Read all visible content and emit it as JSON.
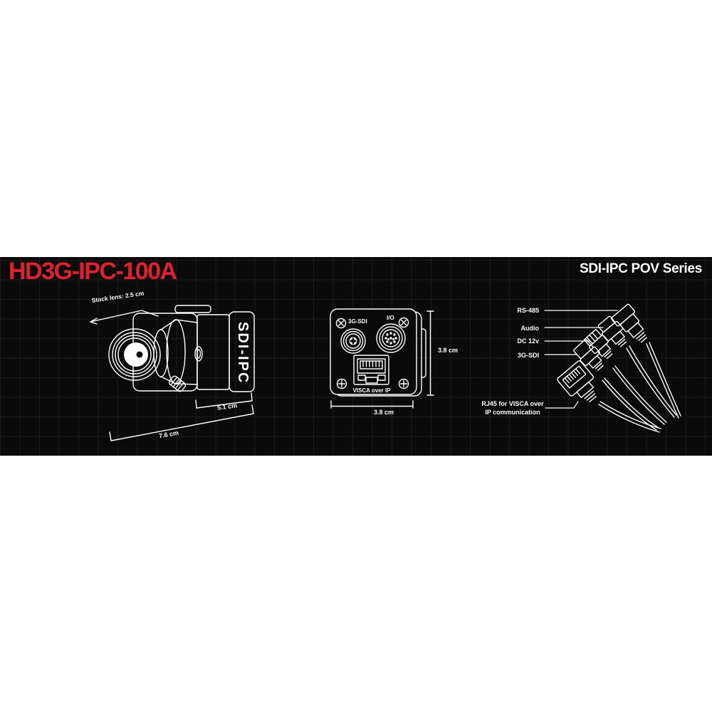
{
  "colors": {
    "page_bg": "#ffffff",
    "band_bg": "#0a0a0a",
    "grid_line": "#1c1c1c",
    "accent_red": "#e0202c",
    "art_white": "#ffffff"
  },
  "header": {
    "model_number": "HD3G-IPC-100A",
    "series_name": "SDI-IPC POV Series"
  },
  "side_view": {
    "stock_lens_note": "Stock lens: 2.5 cm",
    "body_brand": "SDI-IPC",
    "body_depth": "5.1 cm",
    "body_length": "7.6 cm"
  },
  "rear_view": {
    "sdi_port_label": "3G-SDI",
    "io_port_label": "I/O",
    "rj45_port_label": "VISCA over IP",
    "panel_height": "3.8 cm",
    "panel_width": "3.8 cm"
  },
  "cable_breakout": {
    "labels": [
      {
        "text": "RS-485"
      },
      {
        "text": "Audio"
      },
      {
        "text": "DC 12v"
      },
      {
        "text": "3G-SDI"
      }
    ],
    "rj45_note_line1": "RJ45 for VISCA over",
    "rj45_note_line2": "IP communication"
  }
}
